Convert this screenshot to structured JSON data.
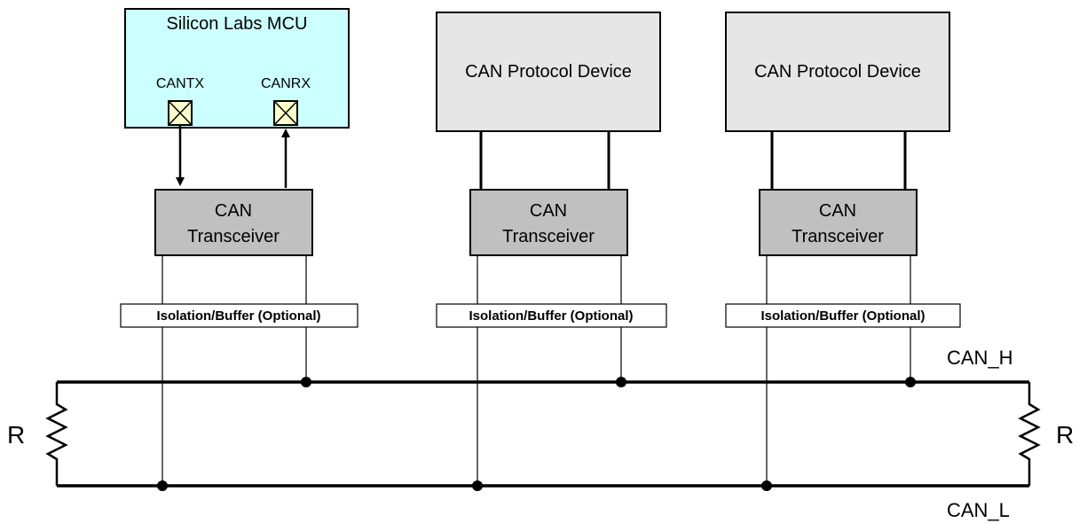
{
  "mcu": {
    "title": "Silicon Labs MCU",
    "pins": [
      "CANTX",
      "CANRX"
    ],
    "fill": "#ccffff"
  },
  "devices": [
    {
      "title": "CAN Protocol Device"
    },
    {
      "title": "CAN Protocol Device"
    }
  ],
  "transceivers": [
    {
      "line1": "CAN",
      "line2": "Transceiver"
    },
    {
      "line1": "CAN",
      "line2": "Transceiver"
    },
    {
      "line1": "CAN",
      "line2": "Transceiver"
    }
  ],
  "isolation_label": "Isolation/Buffer (Optional)",
  "bus": {
    "high_label": "CAN_H",
    "low_label": "CAN_L",
    "left_resistor": "R",
    "right_resistor": "R"
  },
  "colors": {
    "mcu_fill": "#ccffff",
    "device_fill": "#e6e6e6",
    "transceiver_fill": "#c0c0c0",
    "pin_fill": "#ffffcc"
  }
}
